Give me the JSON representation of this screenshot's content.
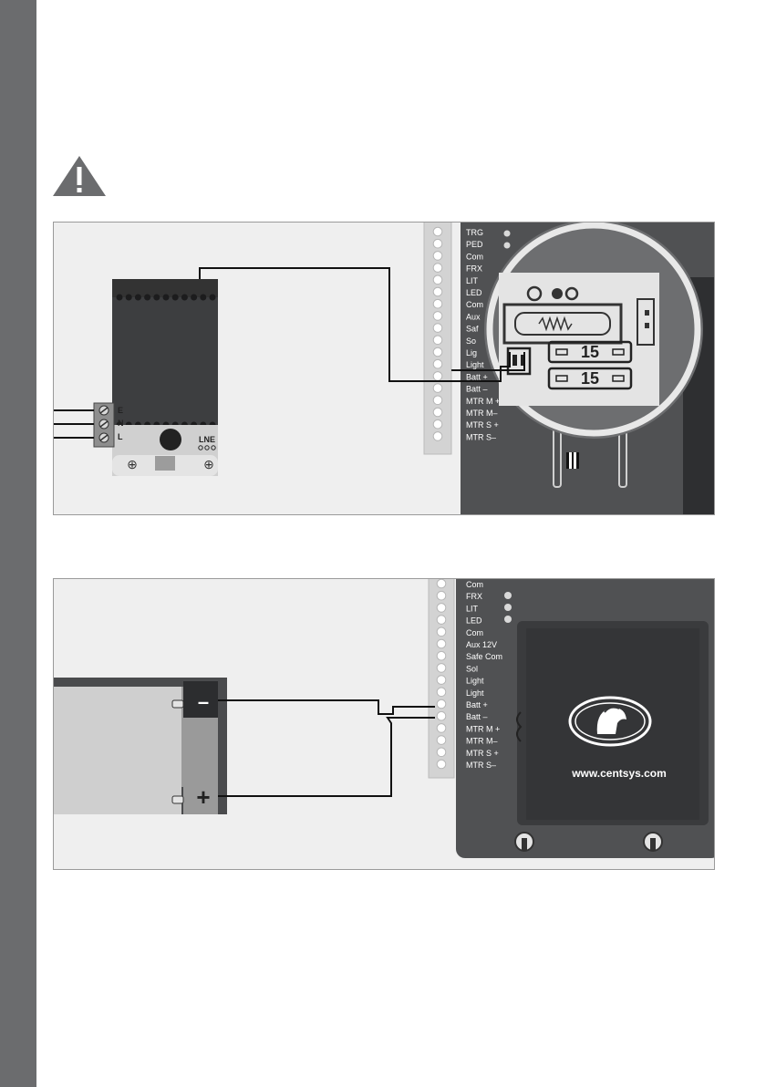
{
  "figure1": {
    "terminal_labels": [
      "TRG",
      "PED",
      "Com",
      "FRX",
      "LIT",
      "LED",
      "Com",
      "Aux",
      "Saf",
      "So",
      "Lig",
      "Light",
      "Batt +",
      "Batt –",
      "MTR M +",
      "MTR M–",
      "MTR S +",
      "MTR S–"
    ],
    "psu_inputs": [
      "E",
      "N",
      "L"
    ],
    "psu_output_label": "LNE",
    "fuse_values": [
      "15",
      "15"
    ]
  },
  "figure2": {
    "terminal_labels": [
      "Com",
      "FRX",
      "LIT",
      "LED",
      "Com",
      "Aux 12V",
      "Safe Com",
      "Sol",
      "Light",
      "Light",
      "Batt +",
      "Batt –",
      "MTR M +",
      "MTR M–",
      "MTR S +",
      "MTR S–"
    ],
    "battery_terminals": {
      "negative": "–",
      "positive": "+"
    },
    "brand_url": "www.centsys.com"
  }
}
